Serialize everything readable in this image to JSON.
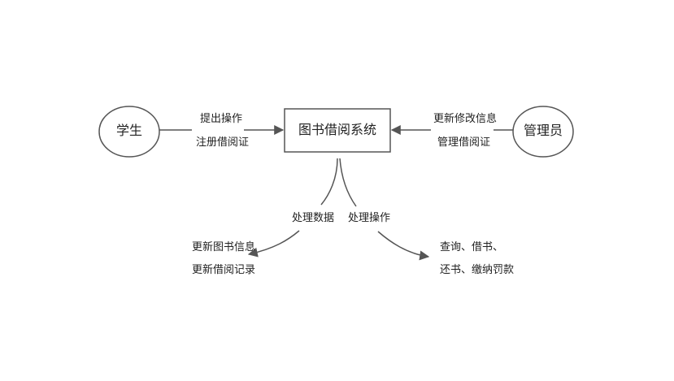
{
  "nodes": {
    "student": "学生",
    "system": "图书借阅系统",
    "admin": "管理员"
  },
  "edges": {
    "student_to_system": [
      "提出操作",
      "注册借阅证"
    ],
    "admin_to_system": [
      "更新修改信息",
      "管理借阅证"
    ],
    "left_branch_label": "处理数据",
    "right_branch_label": "处理操作",
    "left_output": [
      "更新图书信息",
      "更新借阅记录"
    ],
    "right_output": [
      "查询、借书、",
      "还书、缴纳罚款"
    ]
  },
  "colors": {
    "stroke": "#555555",
    "text": "#222222"
  }
}
